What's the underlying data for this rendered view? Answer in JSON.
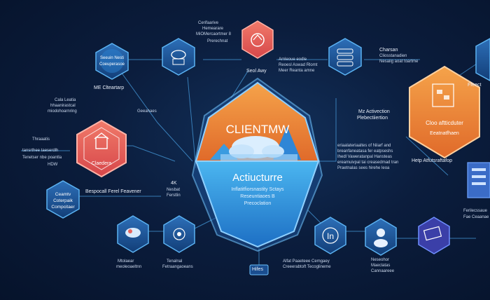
{
  "center": {
    "title_line1": "CLIENTMW",
    "title_line2": "Actiucturre",
    "sub_line1": "Inflatitfiorsnastity Sctays",
    "sub_line2": "Reseuntiaoes B",
    "sub_line3": "Precoclation"
  },
  "nodes": {
    "top_left_hex": {
      "line1": "Seeuin Nesti",
      "line2": "Coeuperasoe"
    },
    "left_red_hex": {
      "label": "Claedera"
    },
    "left_small_hex": {
      "line1": "Ceamtv",
      "line2": "Coterpaik",
      "line3": "Compcitaer"
    },
    "right_orange_hex": {
      "line1": "Cloo aftticduter",
      "line2": "Eeatnatfhaen"
    },
    "bottom_in_hex": {
      "label": "In"
    }
  },
  "labels": {
    "top_center_1": "Cerifaarive",
    "top_center_2": "Hemearare",
    "top_center_3": "MiOMercaortmer 8",
    "top_center_4": "Prerechnat",
    "scal_awy": "Seol Awy",
    "top_right_1": "Amleoue eodle",
    "top_right_2": "Reoesl Aswad Rlomt",
    "top_right_3": "Meer Reanta amne",
    "top_far_right_1": "Charsan",
    "top_far_right_2": "Cliosstanadien",
    "top_far_right_3": "Nesaiig aoat toartme",
    "cleartarp": "ME Clteartarp",
    "left_1": "Cala Leatia",
    "left_2": "hhaanirastcal",
    "left_3": "miodohoarnring",
    "left_4": "Thraaatis",
    "left_hdw": "HDW",
    "left_small_1": "tansrthee taeserdlh",
    "left_small_2": "Tenetser nbe poantla",
    "geeahaes": "Geeahaes",
    "bespocal": "Bespocall Ferel Feavener",
    "label_4k": "4K",
    "nesbat": "Nesbat",
    "ferstlin": "Ferstlin",
    "right_act": "Mz Activection",
    "right_pleb": "Plebectiiertion",
    "right_para_1": "eriaalateriaaltes of Niiarf and",
    "right_para_2": "breanfaneatasa fer eatpseshs",
    "right_para_3": "Ihedl Vaweratanpal Hansteas",
    "right_para_4": "ereamuivpal tai creasedmad tran",
    "right_para_5": "Praetnalas sees hirehe leoa",
    "help_arc": "Hetp Atfutsraftafop",
    "far_right_1": "Ferilecssaue",
    "far_right_2": "Fae Ceaanae",
    "far_right_3": "Ffeect",
    "bottom_1": "Mtolaear",
    "bottom_2": "meoleoaeltnn",
    "bottom_3": "Tenalnal",
    "bottom_4": "Fetraangaoeans",
    "bottom_5": "Hifes",
    "bottom_6": "Alfat Paaeteee Cemgaey",
    "bottom_7": "Creeerabtoft Tecoglineme",
    "bottom_8": "Neseohor",
    "bottom_9": "Maeclatas",
    "bottom_10": "Cannaareee"
  },
  "colors": {
    "background": "#0b1d3d",
    "blue": "#3a9be0",
    "orange": "#f08a3c",
    "red": "#e8645e",
    "navy_hex": "#10305e"
  }
}
